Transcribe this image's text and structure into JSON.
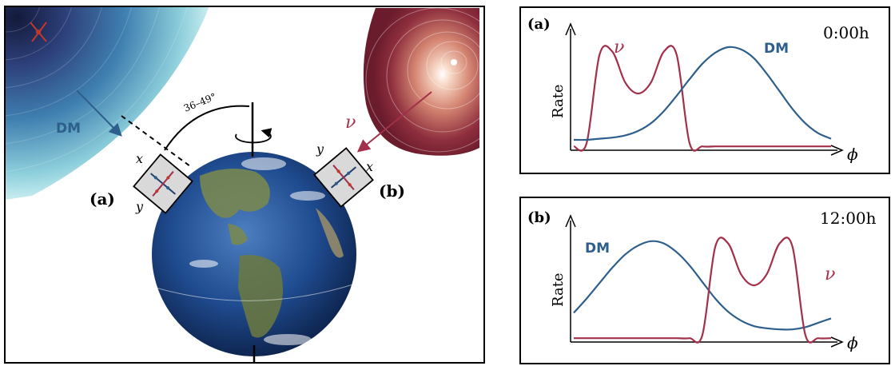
{
  "left_panel": {
    "dm_label": "DM",
    "nu_label": "ν",
    "angle_label": "36–49°",
    "detector_a": {
      "label": "(a)",
      "axis_x": "x",
      "axis_y": "y"
    },
    "detector_b": {
      "label": "(b)",
      "axis_x": "x",
      "axis_y": "y"
    },
    "colors": {
      "dm_blue": "#2e5f8c",
      "nu_red": "#a3304a"
    }
  },
  "panels": [
    {
      "id": "a",
      "tag": "(a)",
      "time": "0:00h",
      "ylabel": "Rate",
      "xlabel": "ϕ",
      "nu_label": "ν",
      "dm_label": "DM"
    },
    {
      "id": "b",
      "tag": "(b)",
      "time": "12:00h",
      "ylabel": "Rate",
      "xlabel": "ϕ",
      "nu_label": "ν",
      "dm_label": "DM"
    }
  ],
  "chart_data": [
    {
      "type": "line",
      "title": "0:00h",
      "ylabel": "Rate",
      "xlabel": "ϕ",
      "x": [
        0,
        0.05,
        0.1,
        0.15,
        0.2,
        0.25,
        0.3,
        0.35,
        0.4,
        0.45,
        0.5,
        0.55,
        0.6,
        0.65,
        0.7,
        0.75,
        0.8,
        0.85,
        0.9,
        0.95,
        1.0
      ],
      "series": [
        {
          "name": "ν",
          "values": [
            0.02,
            0.05,
            0.85,
            0.88,
            0.6,
            0.5,
            0.6,
            0.88,
            0.85,
            0.05,
            0.02,
            0.02,
            0.02,
            0.02,
            0.02,
            0.02,
            0.02,
            0.02,
            0.02,
            0.02,
            0.02
          ]
        },
        {
          "name": "DM",
          "values": [
            0.08,
            0.08,
            0.09,
            0.1,
            0.12,
            0.16,
            0.23,
            0.34,
            0.48,
            0.63,
            0.77,
            0.87,
            0.92,
            0.9,
            0.82,
            0.68,
            0.52,
            0.36,
            0.23,
            0.14,
            0.09
          ]
        }
      ]
    },
    {
      "type": "line",
      "title": "12:00h",
      "ylabel": "Rate",
      "xlabel": "ϕ",
      "x": [
        0,
        0.05,
        0.1,
        0.15,
        0.2,
        0.25,
        0.3,
        0.35,
        0.4,
        0.45,
        0.5,
        0.55,
        0.6,
        0.65,
        0.7,
        0.75,
        0.8,
        0.85,
        0.9,
        0.95,
        1.0
      ],
      "series": [
        {
          "name": "DM",
          "values": [
            0.25,
            0.38,
            0.52,
            0.66,
            0.78,
            0.86,
            0.9,
            0.88,
            0.8,
            0.68,
            0.53,
            0.38,
            0.26,
            0.18,
            0.13,
            0.11,
            0.1,
            0.1,
            0.12,
            0.16,
            0.2
          ]
        },
        {
          "name": "ν",
          "values": [
            0.02,
            0.02,
            0.02,
            0.02,
            0.02,
            0.02,
            0.02,
            0.02,
            0.02,
            0.02,
            0.05,
            0.85,
            0.88,
            0.6,
            0.5,
            0.6,
            0.88,
            0.85,
            0.05,
            0.02,
            0.02
          ]
        }
      ]
    }
  ]
}
